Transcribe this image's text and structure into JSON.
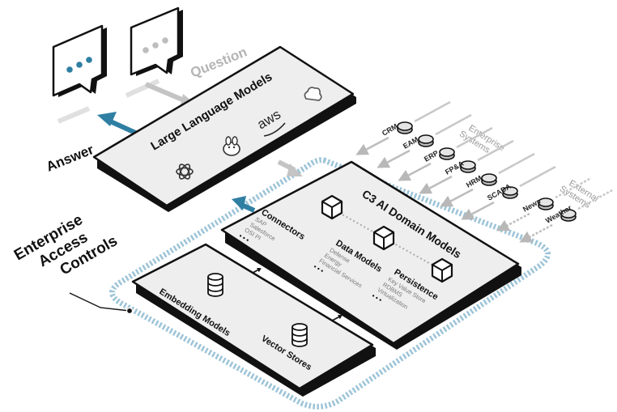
{
  "labels": {
    "question": "Question",
    "answer": "Answer",
    "llm_title": "Large Language Models",
    "llm_aws": "aws",
    "domain_title": "C3 AI Domain Models",
    "connectors": {
      "title": "Connectors",
      "items": [
        "SAP",
        "Salesforce",
        "OSI PI"
      ],
      "more": "• • •"
    },
    "data_models": {
      "title": "Data Models",
      "items": [
        "Defense",
        "Energy",
        "Financial Services"
      ],
      "more": "• • •"
    },
    "persistence": {
      "title": "Persistence",
      "items": [
        "Key Value Store",
        "RDBMS",
        "Virtualization"
      ],
      "more": "• • •"
    },
    "embedding_models": "Embedding Models",
    "vector_stores": "Vector Stores",
    "enterprise_systems": [
      "Enterprise",
      "Systems"
    ],
    "external_systems": [
      "External",
      "Systems"
    ],
    "access_controls": [
      "Enterprise",
      "Access",
      "Controls"
    ]
  },
  "enterprise_systems": [
    "CRM",
    "EAM",
    "ERP",
    "FP&A",
    "HRM",
    "SCADA"
  ],
  "external_systems": [
    "News",
    "Weather"
  ],
  "colors": {
    "accent_blue": "#2f7fa3",
    "dash_blue": "#9dc4d8",
    "panel": "#eeeeee",
    "arrow_grey": "#c4c4c4"
  }
}
